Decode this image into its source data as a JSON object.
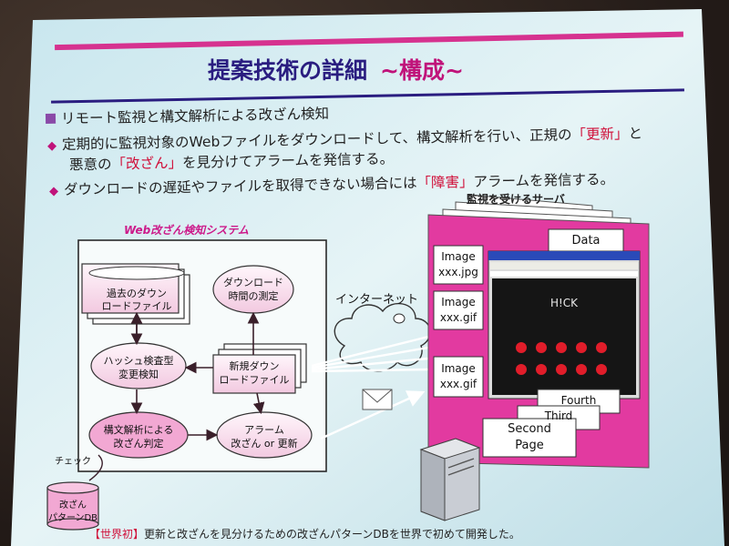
{
  "slide": {
    "title": "提案技術の詳細",
    "title_sub": "~構成~",
    "bullet_main": "リモート監視と構文解析による改ざん検知",
    "bullet_1_a": "定期的に監視対象のWebファイルをダウンロードして、構文解析を行い、正規の",
    "bullet_1_kw": "「更新」",
    "bullet_1_b": "と",
    "bullet_1_c": "悪意の",
    "bullet_1_kw2": "「改ざん」",
    "bullet_1_d": "を見分けてアラームを発信する。",
    "bullet_2_a": "ダウンロードの遅延やファイルを取得できない場合には",
    "bullet_2_kw": "「障害」",
    "bullet_2_b": "アラームを発信する。",
    "footer_kw": "【世界初】",
    "footer_text": "更新と改ざんを見分けるための改ざんパターンDBを世界で初めて開発した。"
  },
  "diagram": {
    "system_label": "Web改ざん検知システム",
    "server_label": "監視を受けるサーバ",
    "internet_label": "インターネット",
    "past_download_1": "過去のダウン",
    "past_download_2": "ロードファイル",
    "download_time_1": "ダウンロード",
    "download_time_2": "時間の測定",
    "hash_1": "ハッシュ検査型",
    "hash_2": "変更検知",
    "new_download_1": "新規ダウン",
    "new_download_2": "ロードファイル",
    "parse_1": "構文解析による",
    "parse_2": "改ざん判定",
    "alarm_1": "アラーム",
    "alarm_2": "改ざん or 更新",
    "check_label": "チェック",
    "db_1": "改ざん",
    "db_2": "パターンDB",
    "data_label": "Data",
    "image_jpg_1": "Image",
    "image_jpg_2": "xxx.jpg",
    "image_gif_a_1": "Image",
    "image_gif_a_2": "xxx.gif",
    "image_gif_b_1": "Image",
    "image_gif_b_2": "xxx.gif",
    "fourth_label": "Fourth",
    "third_label": "Third",
    "second_1": "Second",
    "second_2": "Page",
    "hack_title": "H!CK"
  }
}
